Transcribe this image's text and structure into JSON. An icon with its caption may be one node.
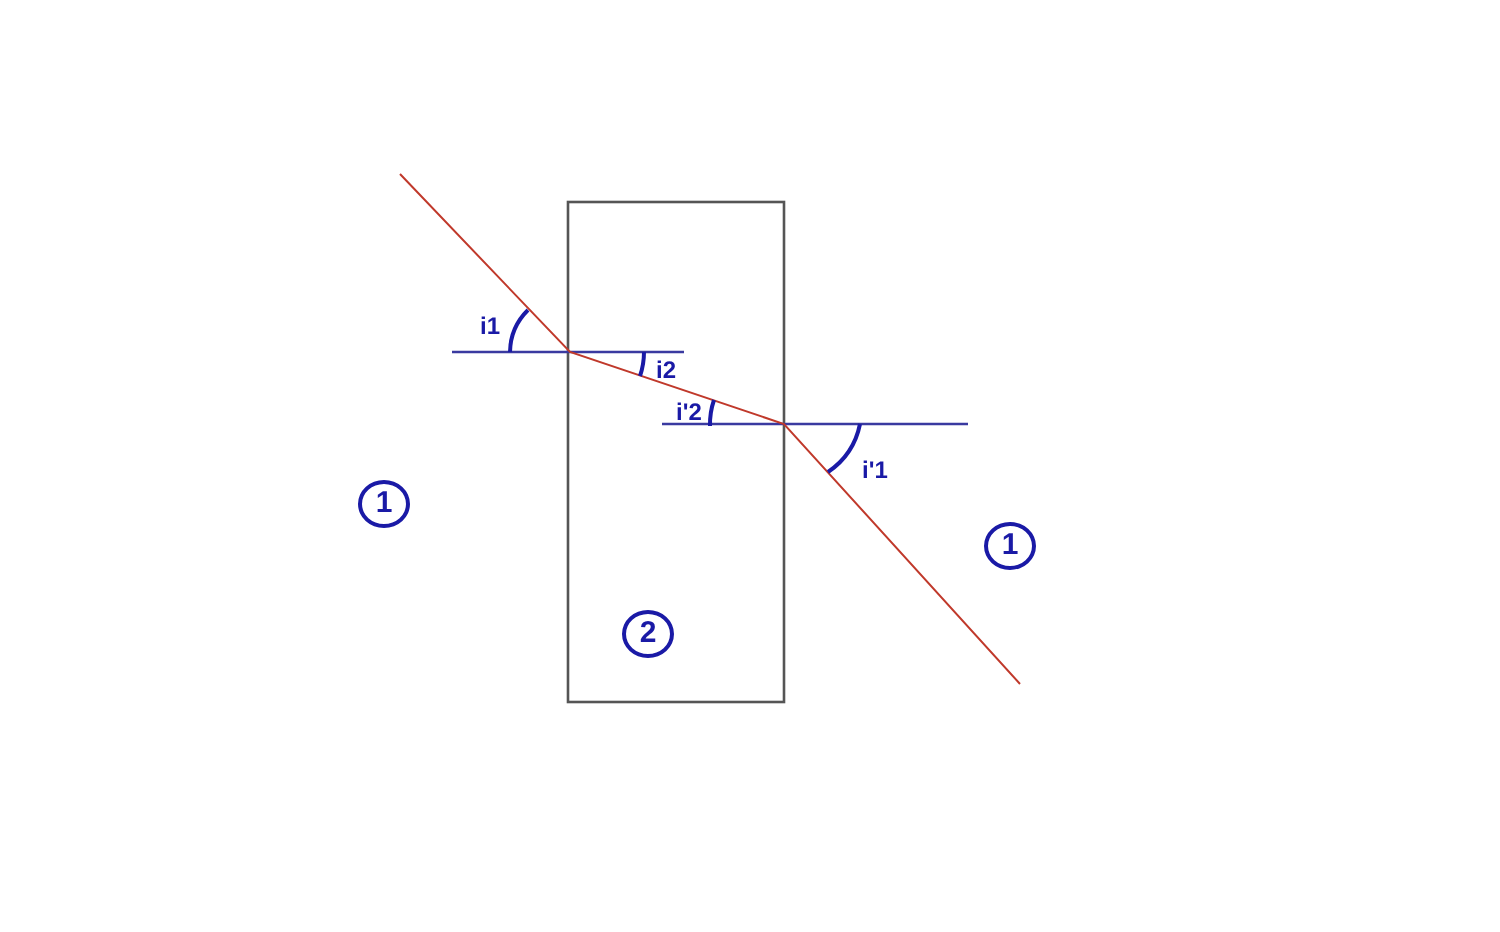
{
  "diagram": {
    "nodes": [
      {
        "text": [
          "1"
        ]
      },
      {
        "text": [
          "2"
        ]
      },
      {
        "text": [
          "1"
        ]
      }
    ],
    "labels": [
      "i1",
      "i2",
      "i'2",
      "i'1"
    ]
  }
}
